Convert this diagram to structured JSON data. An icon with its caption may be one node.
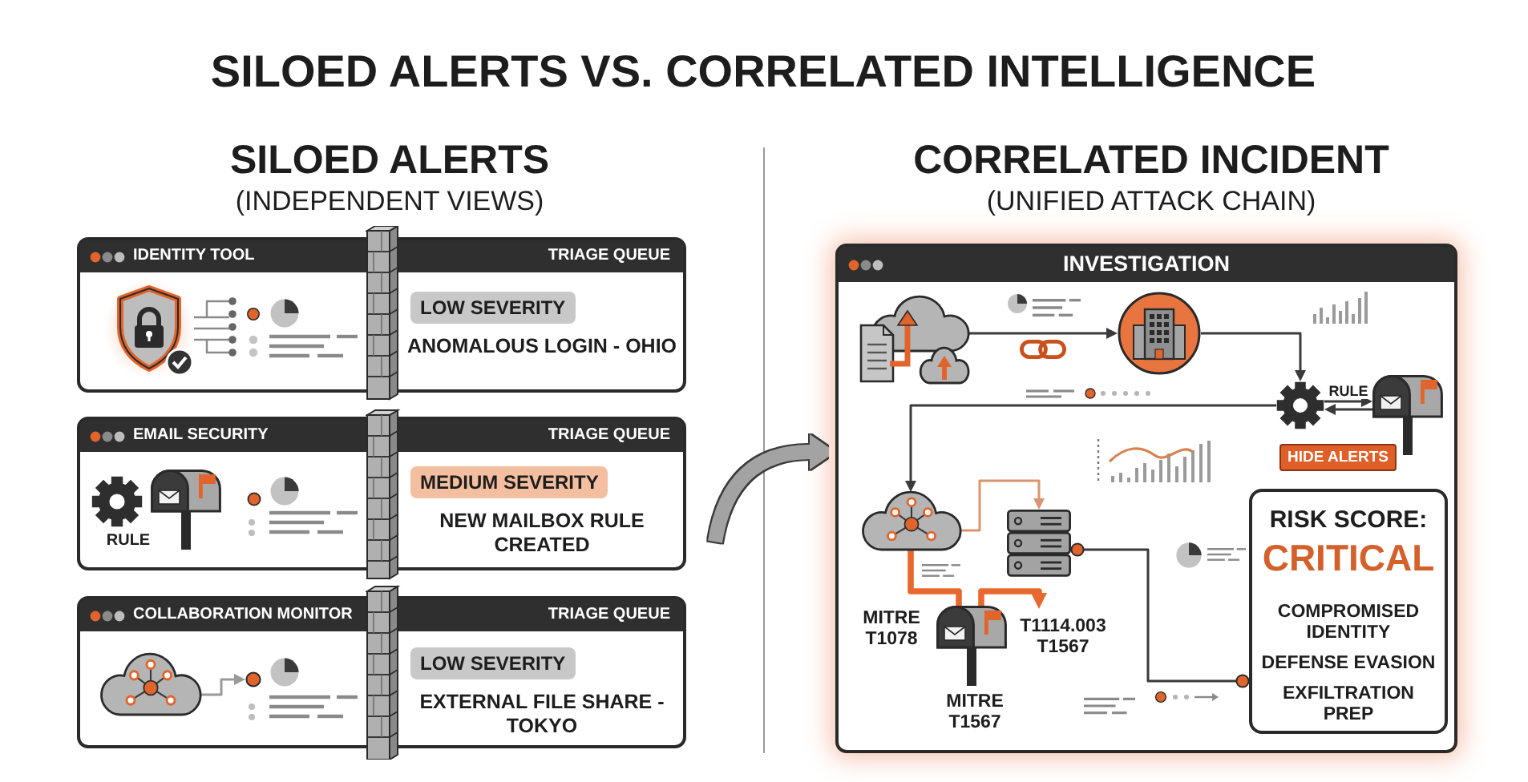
{
  "diagram": {
    "title": "SILOED ALERTS VS. CORRELATED INTELLIGENCE",
    "nodes": [
      {
        "text": [
          "IDENTITY TOOL",
          "TRIAGE QUEUE",
          "ANOMALOUS LOGIN - OHIO"
        ]
      },
      {
        "text": [
          "LOW SEVERITY"
        ],
        "in": 0
      },
      {
        "text": [
          "EMAIL SECURITY",
          "TRIAGE QUEUE",
          "NEW MAILBOX RULE CREATED"
        ]
      },
      {
        "text": [
          "MEDIUM SEVERITY"
        ],
        "in": 2
      },
      {
        "text": [
          "COLLABORATION MONITOR",
          "TRIAGE QUEUE",
          "EXTERNAL FILE SHARE - TOKYO"
        ]
      },
      {
        "text": [],
        "shape": "cloud",
        "in": 4
      },
      {
        "text": [],
        "shape": "circle",
        "in": 4
      },
      {
        "text": [
          "LOW SEVERITY"
        ],
        "in": 4
      },
      {
        "text": [
          "INVESTIGATION"
        ]
      },
      {
        "text": [],
        "shape": "cloud",
        "in": 8
      },
      {
        "text": [],
        "shape": "circle",
        "in": 8
      },
      {
        "text": [],
        "shape": "picture",
        "in": 8
      },
      {
        "text": [],
        "shape": "picture",
        "in": 8
      },
      {
        "text": [
          "HIDE ALERTS"
        ],
        "in": 8
      },
      {
        "text": [],
        "shape": "cloud",
        "in": 8
      },
      {
        "text": [],
        "shape": "picture",
        "in": 8
      },
      {
        "text": [],
        "shape": "picture",
        "in": 8,
        "beside": [
          "T1114.003 T1567",
          "MITRE T1567"
        ]
      },
      {
        "text": [
          "RISK SCORE:",
          "CRITICAL",
          "COMPROMISED IDENTITY",
          "DEFENSE EVASION",
          "EXFILTRATION PREP"
        ],
        "in": 8
      }
    ],
    "edges": [
      {
        "from": null,
        "to": 8,
        "arrow": "to",
        "style": "thick",
        "color": "#a3a3a3"
      },
      {
        "from": 5,
        "to": 6,
        "arrow": "to",
        "color": "#9a9a9a"
      },
      {
        "from": 9,
        "to": 10,
        "arrow": "to"
      },
      {
        "from": 10,
        "to": 11,
        "arrow": "to"
      },
      {
        "from": 11,
        "to": 12,
        "arrow": "to",
        "label": "RULE"
      },
      {
        "from": 12,
        "to": 11,
        "arrow": "to"
      },
      {
        "from": 11,
        "to": 14,
        "arrow": "to"
      },
      {
        "from": 14,
        "to": 15,
        "arrow": "to",
        "color": "#d9956f"
      },
      {
        "from": 14,
        "to": 16,
        "arrow": "none",
        "style": "thick",
        "color": "#e8692f"
      },
      {
        "from": 16,
        "to": 15,
        "arrow": "to",
        "style": "thick",
        "color": "#e8692f"
      },
      {
        "from": 15,
        "to": 17,
        "arrow": "other"
      }
    ],
    "labels": [
      "SILOED ALERTS",
      "(INDEPENDENT VIEWS)",
      "CORRELATED INCIDENT",
      "(UNIFIED ATTACK CHAIN)",
      "RULE",
      "MITRE T1078"
    ]
  }
}
